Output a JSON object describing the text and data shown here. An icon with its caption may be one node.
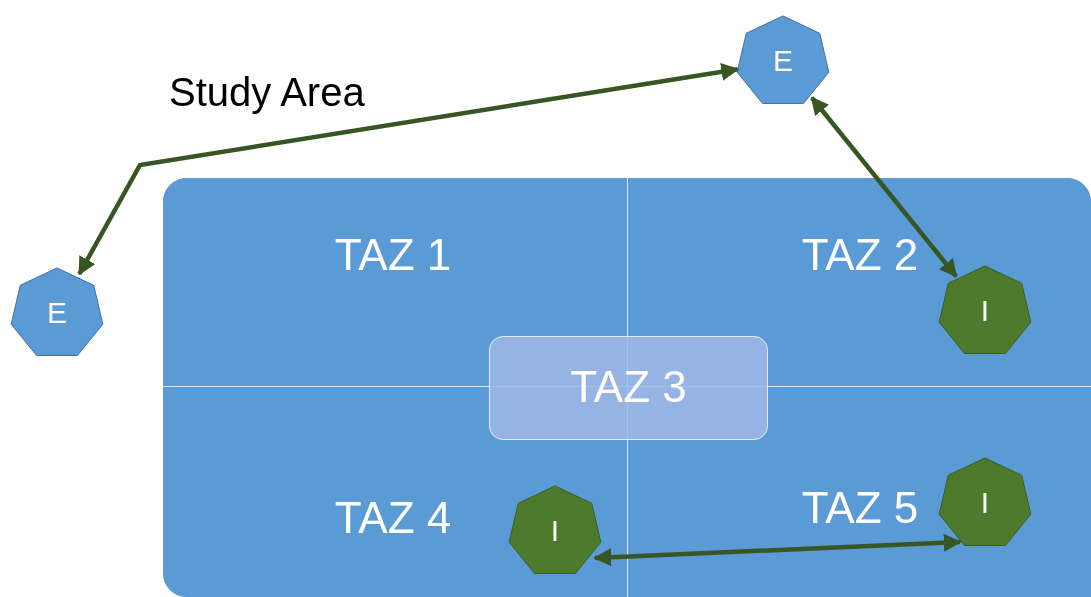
{
  "diagram": {
    "nodes": [
      {
        "text": [
          "Study Area"
        ]
      },
      {
        "text": [
          "TAZ 1"
        ],
        "in": 0
      },
      {
        "text": [
          "TAZ 2"
        ],
        "in": 0
      },
      {
        "text": [
          "TAZ 3"
        ],
        "in": 0
      },
      {
        "text": [
          "TAZ 4"
        ],
        "in": 0
      },
      {
        "text": [
          "TAZ 5"
        ],
        "in": 0
      },
      {
        "text": [
          "E"
        ]
      },
      {
        "text": [
          "E"
        ]
      },
      {
        "text": [
          "I"
        ],
        "in": 2
      },
      {
        "text": [
          "I"
        ],
        "in": 4
      },
      {
        "text": [
          "I"
        ],
        "in": 5
      }
    ],
    "edges": [
      {
        "from": 6,
        "to": 7,
        "arrow": "both"
      },
      {
        "from": 7,
        "to": 8,
        "arrow": "both"
      },
      {
        "from": 9,
        "to": 10,
        "arrow": "both"
      }
    ]
  }
}
